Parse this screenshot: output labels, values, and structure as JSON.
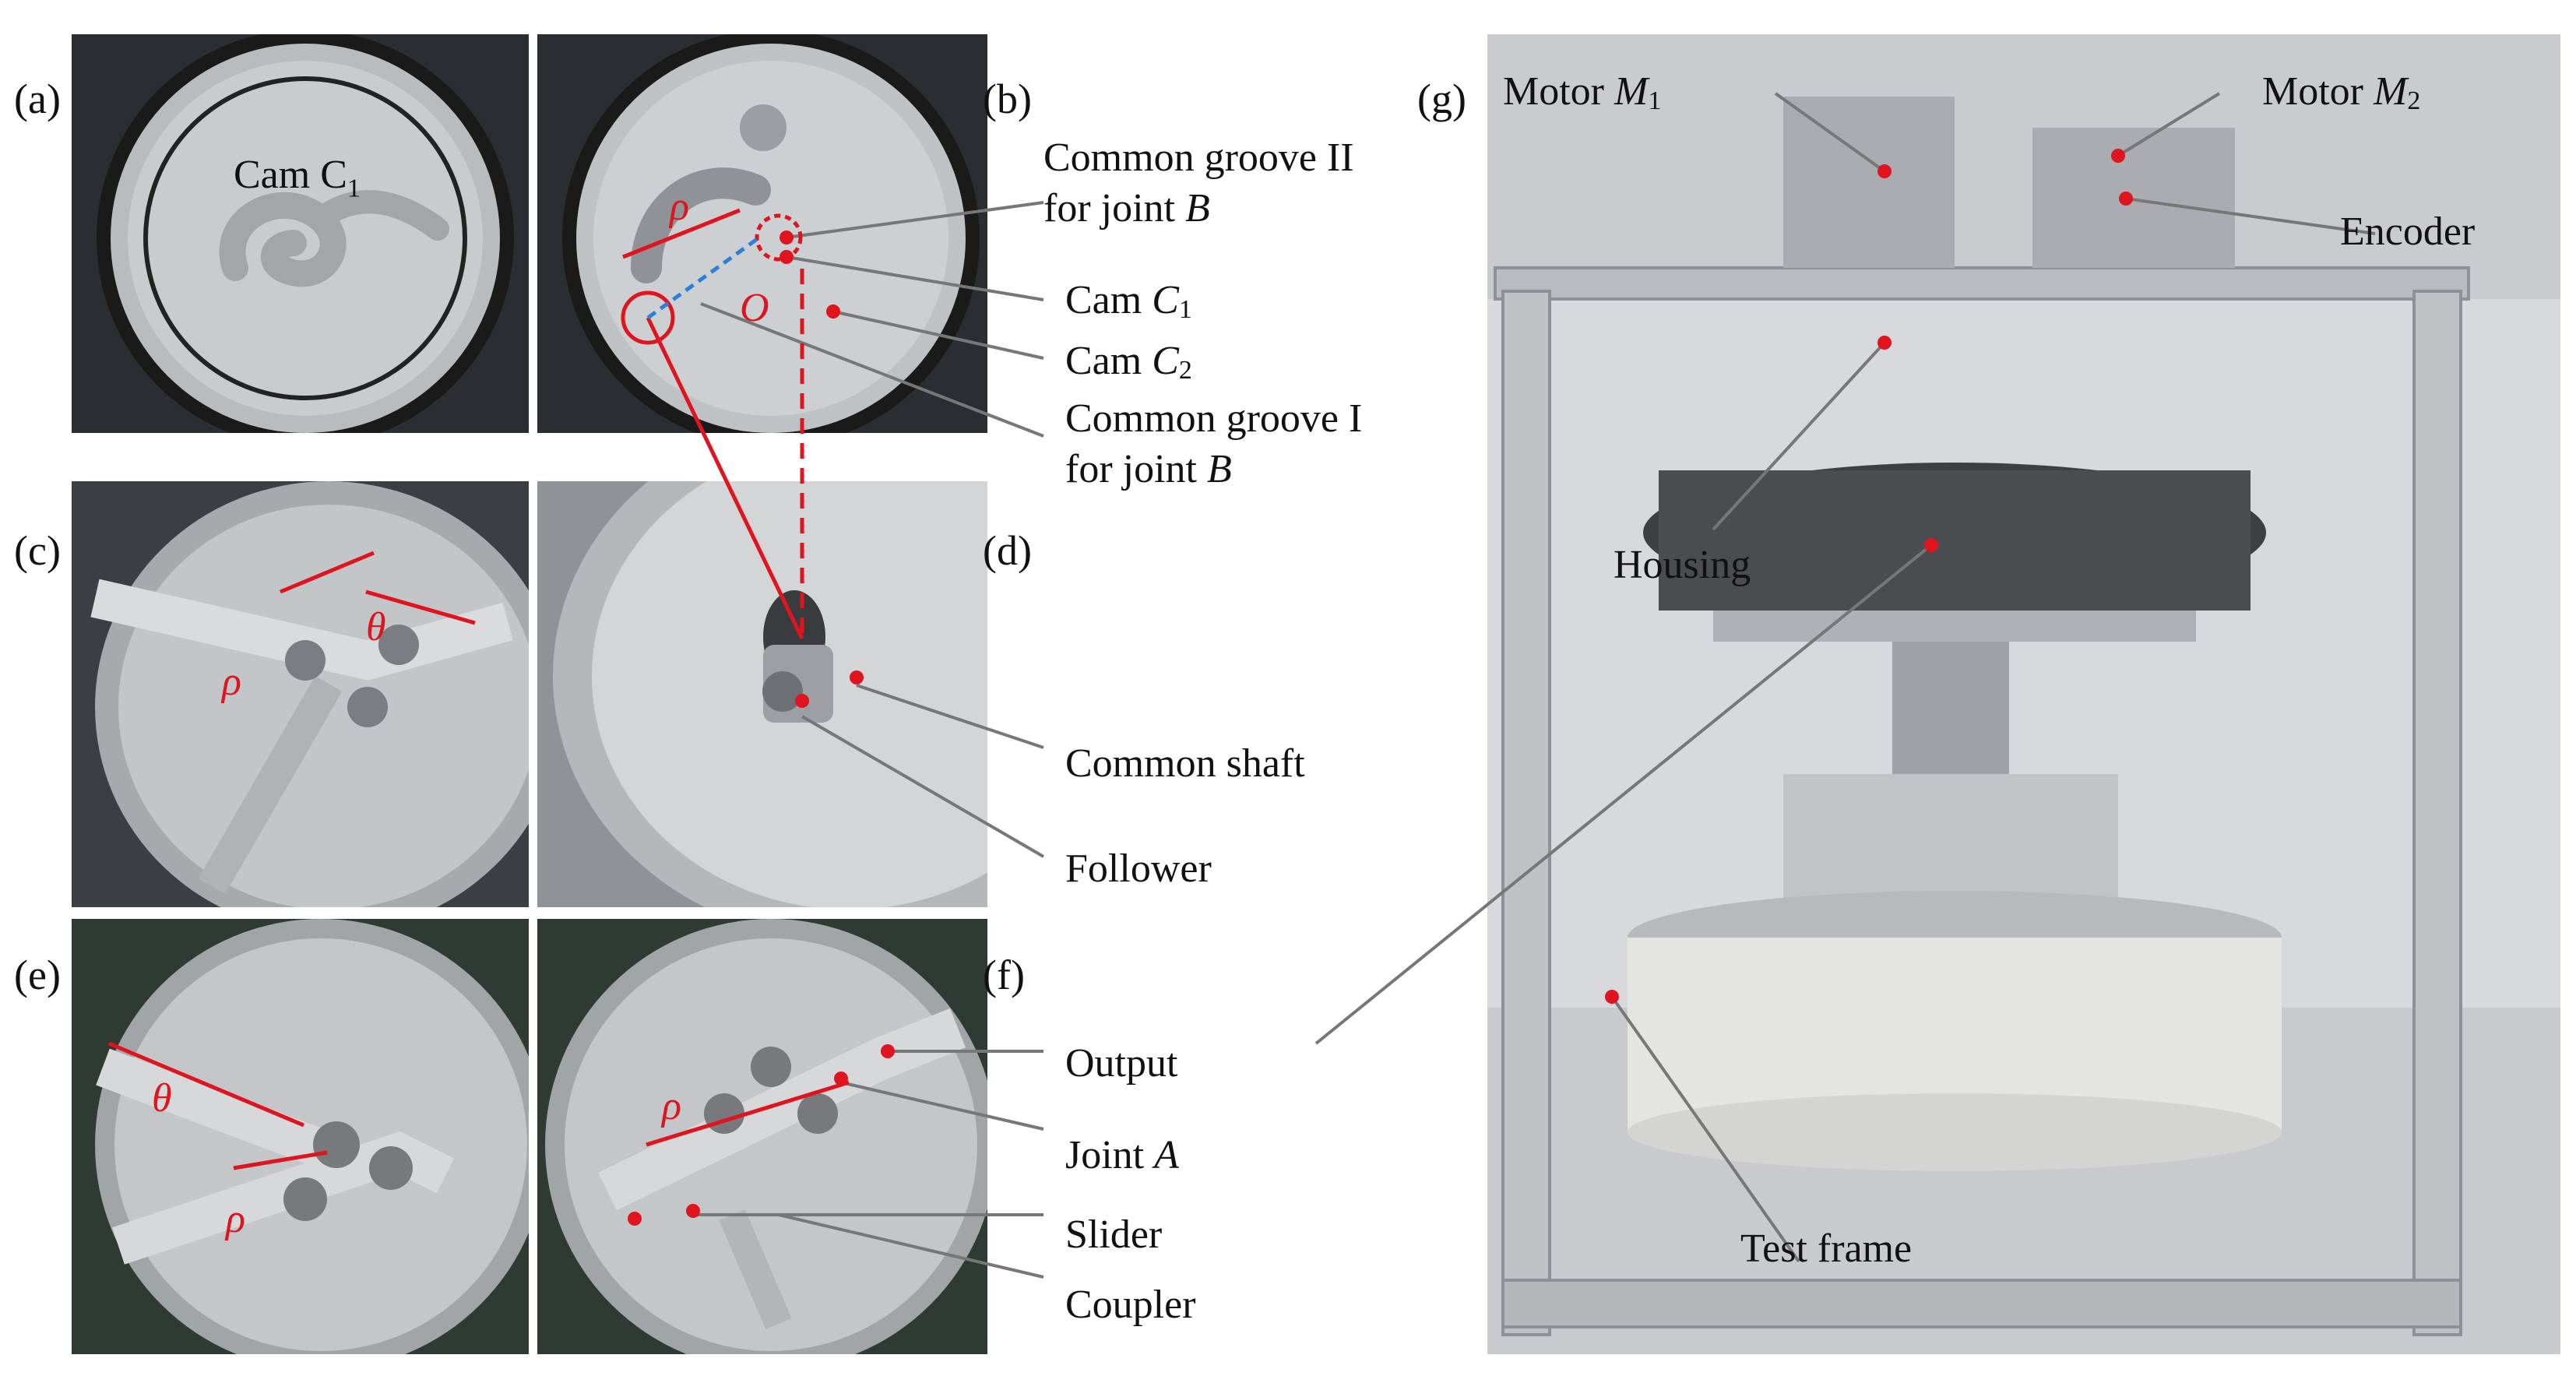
{
  "panels": {
    "a": "(a)",
    "b": "(b)",
    "c": "(c)",
    "d": "(d)",
    "e": "(e)",
    "f": "(f)",
    "g": "(g)"
  },
  "annotations": {
    "cam_c1_in_a": {
      "text": "Cam C",
      "sub": "1"
    },
    "common_groove_ii": {
      "line1": "Common groove II",
      "line2_pre": "for joint ",
      "line2_var": "B"
    },
    "cam_c1": {
      "text": "Cam ",
      "var": "C",
      "sub": "1"
    },
    "cam_c2": {
      "text": "Cam ",
      "var": "C",
      "sub": "2"
    },
    "common_groove_i": {
      "line1": "Common groove I",
      "line2_pre": "for joint ",
      "line2_var": "B"
    },
    "common_shaft": "Common shaft",
    "follower": "Follower",
    "output": "Output",
    "joint_a": {
      "text": "Joint ",
      "var": "A"
    },
    "slider": "Slider",
    "coupler": "Coupler",
    "motor_m1": {
      "text": "Motor ",
      "var": "M",
      "sub": "1"
    },
    "motor_m2": {
      "text": "Motor ",
      "var": "M",
      "sub": "2"
    },
    "encoder": "Encoder",
    "housing": "Housing",
    "test_frame": "Test frame"
  },
  "symbols": {
    "rho": "ρ",
    "theta": "θ",
    "O": "O"
  },
  "colors": {
    "accent_red": "#e0141e",
    "leader_gray": "#777777",
    "blue_dash": "#2f7fd9"
  }
}
